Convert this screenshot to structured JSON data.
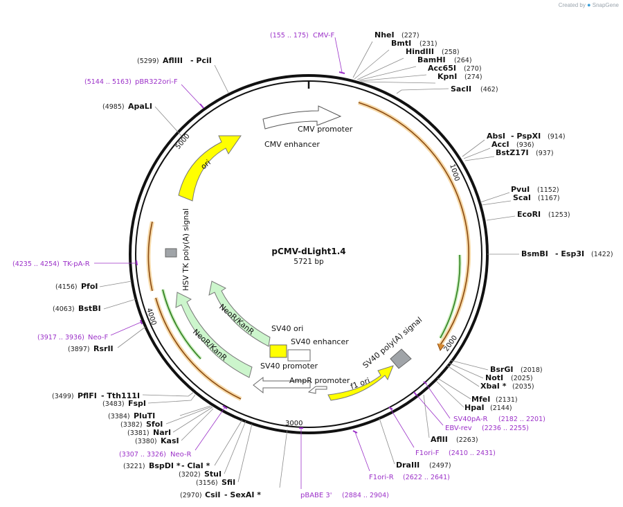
{
  "branding": {
    "created_by": "Created by",
    "product": "SnapGene"
  },
  "plasmid": {
    "name": "pCMV-dLight1.4",
    "size": "5721 bp"
  },
  "ticks": [
    "1000",
    "2000",
    "3000",
    "4000",
    "5000"
  ],
  "features": [
    "CMV promoter",
    "CMV enhancer",
    "ori",
    "HSV TK poly(A) signal",
    "NeoR/KanR",
    "NeoR/KanR",
    "SV40 ori",
    "SV40 enhancer",
    "SV40 promoter",
    "AmpR promoter",
    "f1 ori",
    "SV40 poly(A) signal"
  ],
  "sites": [
    {
      "name": "NheI",
      "pos": "(227)"
    },
    {
      "name": "BmtI",
      "pos": "(231)"
    },
    {
      "name": "HindIII",
      "pos": "(258)"
    },
    {
      "name": "BamHI",
      "pos": "(264)"
    },
    {
      "name": "Acc65I",
      "pos": "(270)"
    },
    {
      "name": "KpnI",
      "pos": "(274)"
    },
    {
      "name": "SacII",
      "pos": "(462)"
    },
    {
      "name": "AbsI",
      "sep": "- PspXI",
      "pos": "(914)"
    },
    {
      "name": "AccI",
      "pos": "(936)"
    },
    {
      "name": "BstZ17I",
      "pos": "(937)"
    },
    {
      "name": "PvuI",
      "pos": "(1152)"
    },
    {
      "name": "ScaI",
      "pos": "(1167)"
    },
    {
      "name": "EcoRI",
      "pos": "(1253)"
    },
    {
      "name": "BsmBI",
      "sep": "- Esp3I",
      "pos": "(1422)"
    },
    {
      "name": "BsrGI",
      "pos": "(2018)"
    },
    {
      "name": "NotI",
      "pos": "(2025)"
    },
    {
      "name": "XbaI *",
      "pos": "(2035)"
    },
    {
      "name": "MfeI",
      "pos": "(2131)"
    },
    {
      "name": "HpaI",
      "pos": "(2144)"
    },
    {
      "name": "AflII",
      "pos": "(2263)"
    },
    {
      "name": "DraIII",
      "pos": "(2497)"
    },
    {
      "name": "CsiI",
      "sep": "- SexAI *",
      "pos": "(2970)"
    },
    {
      "name": "SfiI",
      "pos": "(3156)"
    },
    {
      "name": "StuI",
      "pos": "(3202)"
    },
    {
      "name": "BspDI *",
      "sep": "- ClaI *",
      "pos": "(3221)"
    },
    {
      "name": "KasI",
      "pos": "(3380)"
    },
    {
      "name": "NarI",
      "pos": "(3381)"
    },
    {
      "name": "SfoI",
      "pos": "(3382)"
    },
    {
      "name": "PluTI",
      "pos": "(3384)"
    },
    {
      "name": "FspI",
      "pos": "(3483)"
    },
    {
      "name": "PflFI",
      "sep": "- Tth111I",
      "pos": "(3499)"
    },
    {
      "name": "RsrII",
      "pos": "(3897)"
    },
    {
      "name": "BstBI",
      "pos": "(4063)"
    },
    {
      "name": "PfoI",
      "pos": "(4156)"
    },
    {
      "name": "ApaLI",
      "pos": "(4985)"
    },
    {
      "name": "AflIII",
      "sep": "- PciI",
      "pos": "(5299)"
    }
  ],
  "primers": [
    {
      "name": "CMV-F",
      "range": "(155 .. 175)"
    },
    {
      "name": "pBR322ori-F",
      "range": "(5144 .. 5163)"
    },
    {
      "name": "TK-pA-R",
      "range": "(4235 .. 4254)"
    },
    {
      "name": "Neo-F",
      "range": "(3917 .. 3936)"
    },
    {
      "name": "Neo-R",
      "range": "(3307 .. 3326)"
    },
    {
      "name": "SV40pA-R",
      "range": "(2182 .. 2201)"
    },
    {
      "name": "EBV-rev",
      "range": "(2236 .. 2255)"
    },
    {
      "name": "F1ori-F",
      "range": "(2410 .. 2431)"
    },
    {
      "name": "F1ori-R",
      "range": "(2622 .. 2641)"
    },
    {
      "name": "pBABE 3'",
      "range": "(2884 .. 2904)"
    }
  ],
  "colors": {
    "backbone": "#111111",
    "ori_yellow": "#ffff00",
    "neo_green": "#ccf5cc",
    "orf_orange": "#e8a040",
    "primer_purple": "#9b30c8",
    "polyA_gray": "#a0a4a8"
  }
}
